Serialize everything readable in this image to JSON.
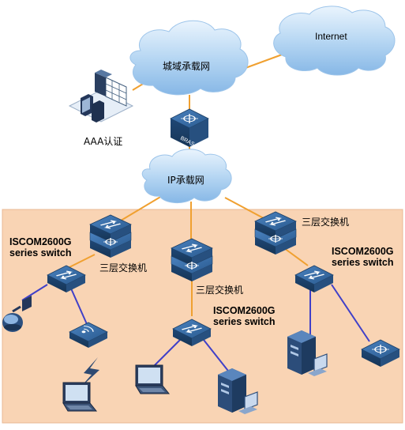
{
  "colors": {
    "panel_fill": "#f9d4b4",
    "cloud_fill": "#a8cdf0",
    "uplink_line": "#f0a030",
    "access_line": "#4040c8",
    "switch_blue": "#2e5f95"
  },
  "nodes": {
    "internet": {
      "label": "Internet",
      "icon": "cloud-icon"
    },
    "metro": {
      "label": "城域承载网",
      "icon": "cloud-icon"
    },
    "aaa": {
      "label": "AAA认证",
      "icon": "server-rack-icon"
    },
    "bras": {
      "label": "BRAS",
      "icon": "router-icon"
    },
    "ip_network": {
      "label": "IP承载网",
      "icon": "cloud-icon"
    },
    "l3_left": {
      "label": "三层交换机",
      "icon": "l3-switch-icon"
    },
    "l3_center": {
      "label": "三层交换机",
      "icon": "l3-switch-icon"
    },
    "l3_right": {
      "label": "三层交换机",
      "icon": "l3-switch-icon"
    },
    "iscom_left": {
      "line1": "ISCOM2600G",
      "line2": "series switch",
      "icon": "switch-icon"
    },
    "iscom_center": {
      "line1": "ISCOM2600G",
      "line2": "series switch",
      "icon": "switch-icon"
    },
    "iscom_right": {
      "line1": "ISCOM2600G",
      "line2": "series switch",
      "icon": "switch-icon"
    }
  },
  "endpoints": [
    {
      "icon": "ip-camera-icon"
    },
    {
      "icon": "wireless-ap-icon"
    },
    {
      "icon": "laptop-icon"
    },
    {
      "icon": "laptop-icon"
    },
    {
      "icon": "desktop-pc-icon"
    },
    {
      "icon": "desktop-pc-icon"
    },
    {
      "icon": "router-icon"
    }
  ]
}
